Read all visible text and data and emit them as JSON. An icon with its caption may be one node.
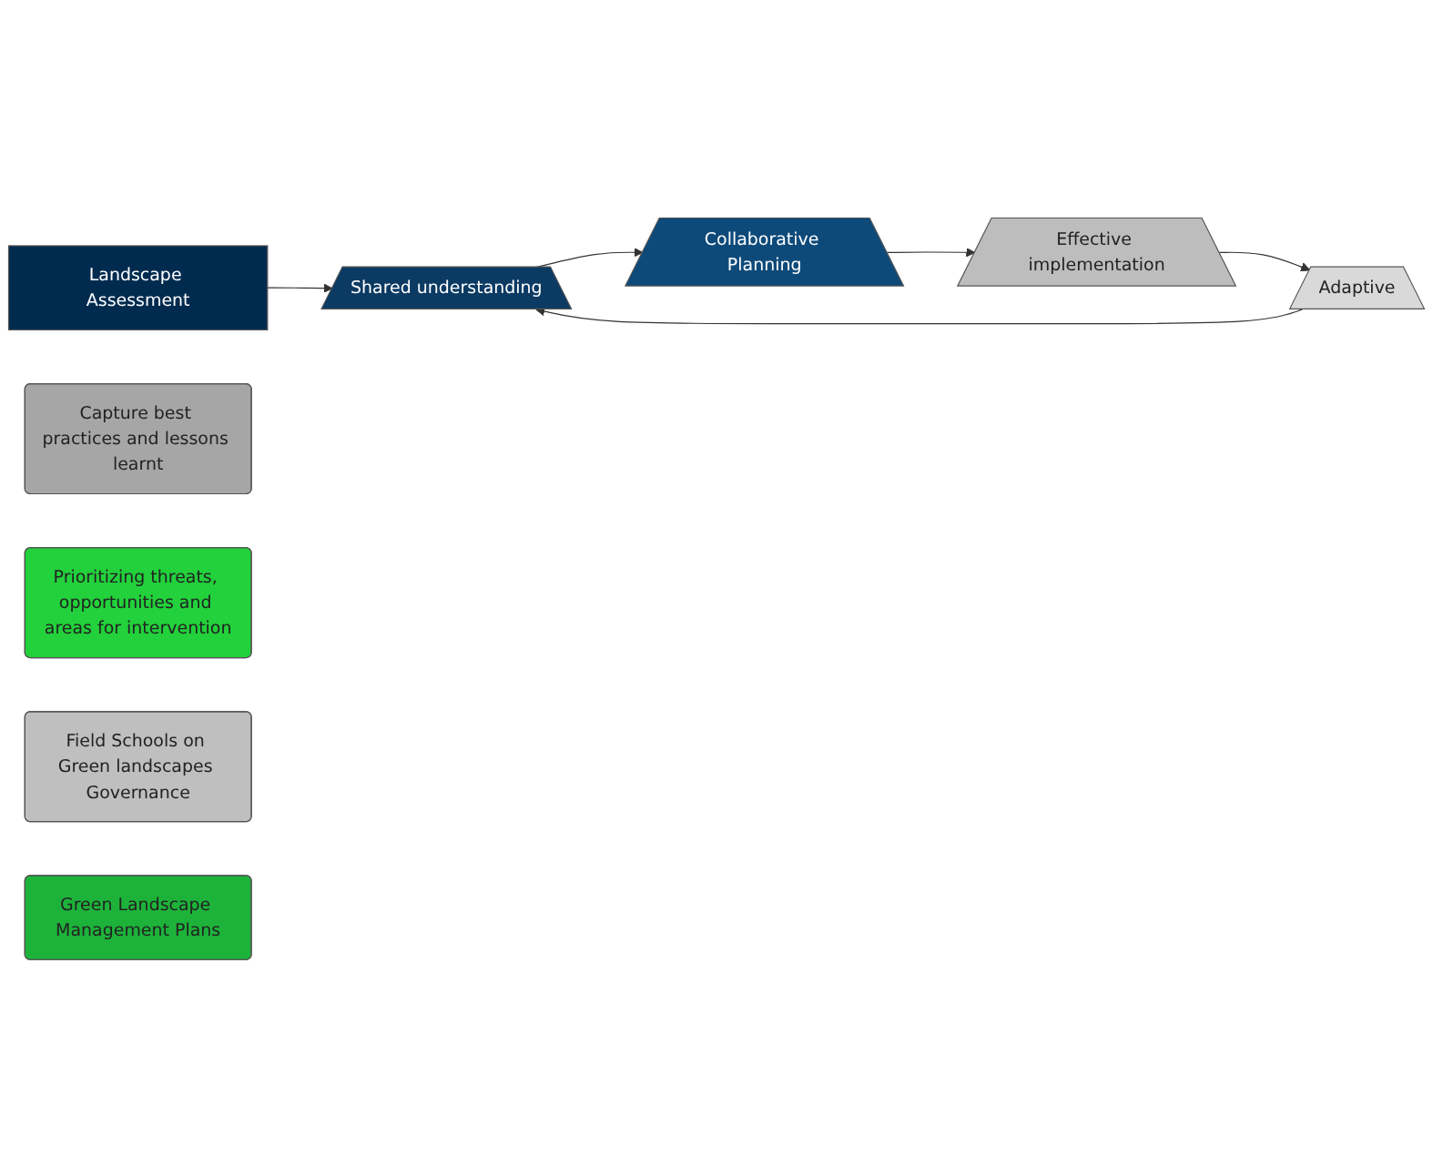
{
  "diagram": {
    "nodes": [
      {
        "text": [
          "Landscape Assessment"
        ]
      },
      {
        "text": [
          "Shared understanding"
        ]
      },
      {
        "text": [
          "Collaborative Planning"
        ]
      },
      {
        "text": [
          "Effective implementation"
        ]
      },
      {
        "text": [
          "Adaptive"
        ]
      },
      {
        "text": [
          "Capture best practices and lessons learnt"
        ]
      },
      {
        "text": [
          "Prioritizing threats, opportunities and areas for intervention"
        ]
      },
      {
        "text": [
          "Field Schools on Green landscapes Governance"
        ]
      },
      {
        "text": [
          "Green Landscape Management Plans"
        ]
      }
    ],
    "edges": [
      {
        "from": 0,
        "to": 1,
        "arrow": "to"
      },
      {
        "from": 1,
        "to": 2,
        "arrow": "to"
      },
      {
        "from": 2,
        "to": 3,
        "arrow": "to"
      },
      {
        "from": 3,
        "to": 4,
        "arrow": "to"
      },
      {
        "from": 4,
        "to": 1,
        "arrow": "to"
      }
    ]
  }
}
